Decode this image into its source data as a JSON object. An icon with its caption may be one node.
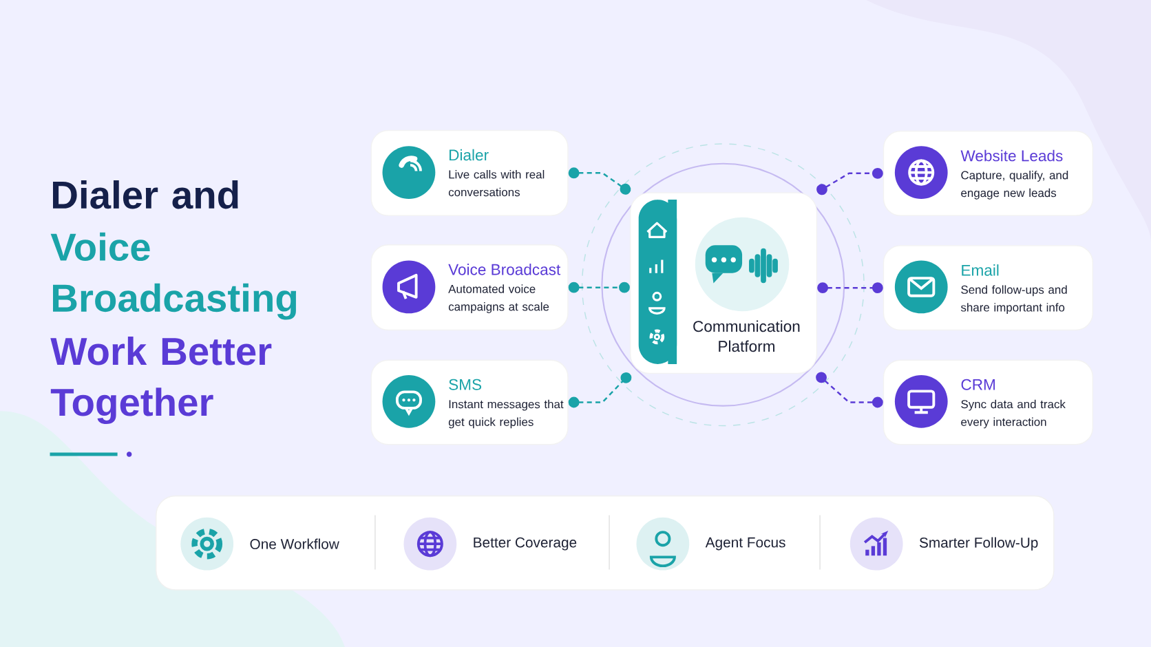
{
  "diagram": {
    "nodes": [
      {
        "text": [
          "Dialer",
          "Live calls with real conversations"
        ]
      },
      {
        "text": [
          "Voice Broadcast",
          "Automated voice campaigns at scale"
        ]
      },
      {
        "text": [
          "SMS",
          "Instant messages that get quick replies"
        ]
      },
      {
        "text": [
          "Communication Platform"
        ]
      },
      {
        "text": [
          "Website Leads",
          "Capture, qualify, and engage new leads"
        ]
      },
      {
        "text": [
          "Email",
          "Send follow-ups and share important info"
        ]
      },
      {
        "text": [
          "CRM",
          "Sync data and track every interaction"
        ]
      },
      {
        "text": [],
        "shape": "box"
      },
      {
        "text": [
          "One Workflow"
        ],
        "in": 7
      },
      {
        "text": [
          "Better Coverage"
        ],
        "in": 7
      },
      {
        "text": [
          "Agent Focus"
        ],
        "in": 7
      },
      {
        "text": [
          "Smarter Follow-Up"
        ],
        "in": 7
      }
    ],
    "edges": [
      {
        "from": 0,
        "to": 3,
        "arrow": "other",
        "style": "dashed",
        "color": "#1aa3a8"
      },
      {
        "from": 1,
        "to": 3,
        "arrow": "other",
        "style": "dashed",
        "color": "#1aa3a8"
      },
      {
        "from": 2,
        "to": 3,
        "arrow": "other",
        "style": "dashed",
        "color": "#1aa3a8"
      },
      {
        "from": 3,
        "to": 4,
        "arrow": "other",
        "style": "dashed",
        "color": "#5a3bd6"
      },
      {
        "from": 3,
        "to": 5,
        "arrow": "other",
        "style": "dashed",
        "color": "#5a3bd6"
      },
      {
        "from": 3,
        "to": 6,
        "arrow": "other",
        "style": "dashed",
        "color": "#5a3bd6"
      }
    ],
    "labels": [
      "Dialer and",
      "Voice Broadcasting",
      "Work Better Together"
    ]
  }
}
